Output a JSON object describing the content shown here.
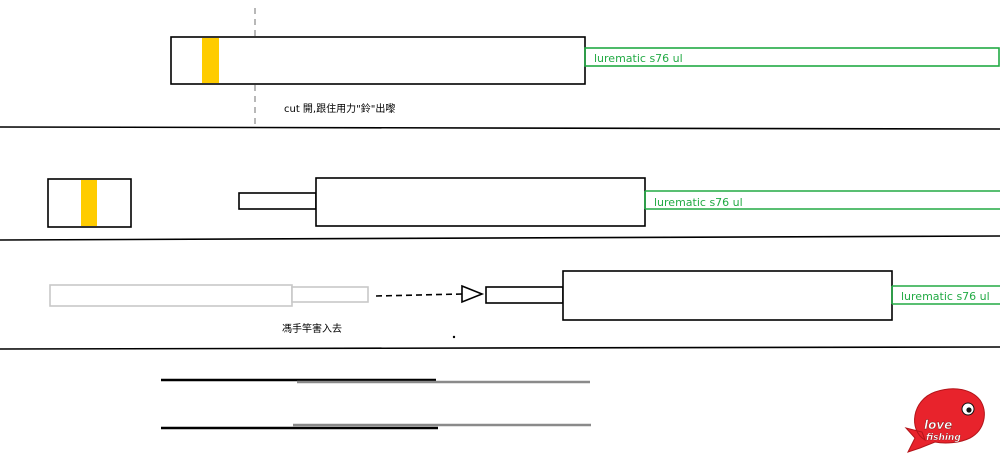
{
  "labels": {
    "rod_name_1": "lurematic  s76 ul",
    "rod_name_2": "lurematic  s76 ul",
    "rod_name_3": "lurematic  s76 ul",
    "cut_note": "cut 開,跟住用力\"鈴\"出嚟",
    "insert_note": "馮手竿害入去"
  },
  "logo": {
    "line1": "love",
    "line2": "fishing"
  },
  "colors": {
    "outline": "#000000",
    "tape": "#ffcc00",
    "line": "#22aa44",
    "faded": "#c8c8c8",
    "gray_stroke": "#8a8a8a",
    "logo_red": "#e8232c"
  }
}
